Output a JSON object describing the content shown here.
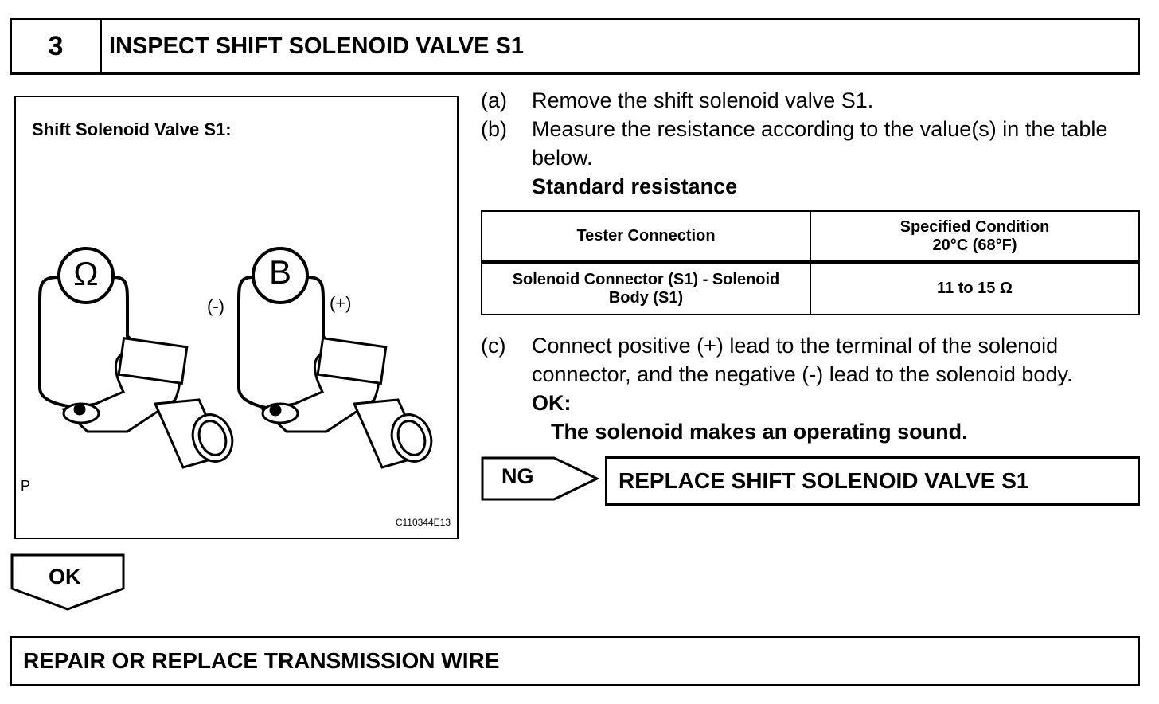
{
  "header": {
    "step_number": "3",
    "title": "INSPECT SHIFT SOLENOID VALVE S1"
  },
  "figure": {
    "title": "Shift Solenoid Valve S1:",
    "ohm_symbol": "Ω",
    "battery_symbol": "B",
    "minus_label": "(-)",
    "plus_label": "(+)",
    "corner_label": "P",
    "figure_code": "C110344E13"
  },
  "steps": [
    {
      "label": "(a)",
      "text": "Remove the shift solenoid valve S1."
    },
    {
      "label": "(b)",
      "text": "Measure the resistance according to the value(s) in the table below."
    }
  ],
  "standard_heading": "Standard resistance",
  "spec_table": {
    "columns": [
      "Tester Connection",
      "Specified Condition",
      "20°C (68°F)"
    ],
    "rows": [
      {
        "connection": "Solenoid Connector (S1) - Solenoid Body (S1)",
        "condition": "11 to 15 Ω"
      }
    ]
  },
  "step_c": {
    "label": "(c)",
    "text": "Connect positive (+) lead to the terminal of the solenoid connector, and the negative (-) lead to the solenoid body.",
    "ok_label": "OK:",
    "ok_detail": "The solenoid makes an operating sound."
  },
  "ng_branch": {
    "tag": "NG",
    "action": "REPLACE SHIFT SOLENOID VALVE S1"
  },
  "ok_branch": {
    "tag": "OK",
    "action": "REPAIR OR REPLACE TRANSMISSION WIRE"
  }
}
